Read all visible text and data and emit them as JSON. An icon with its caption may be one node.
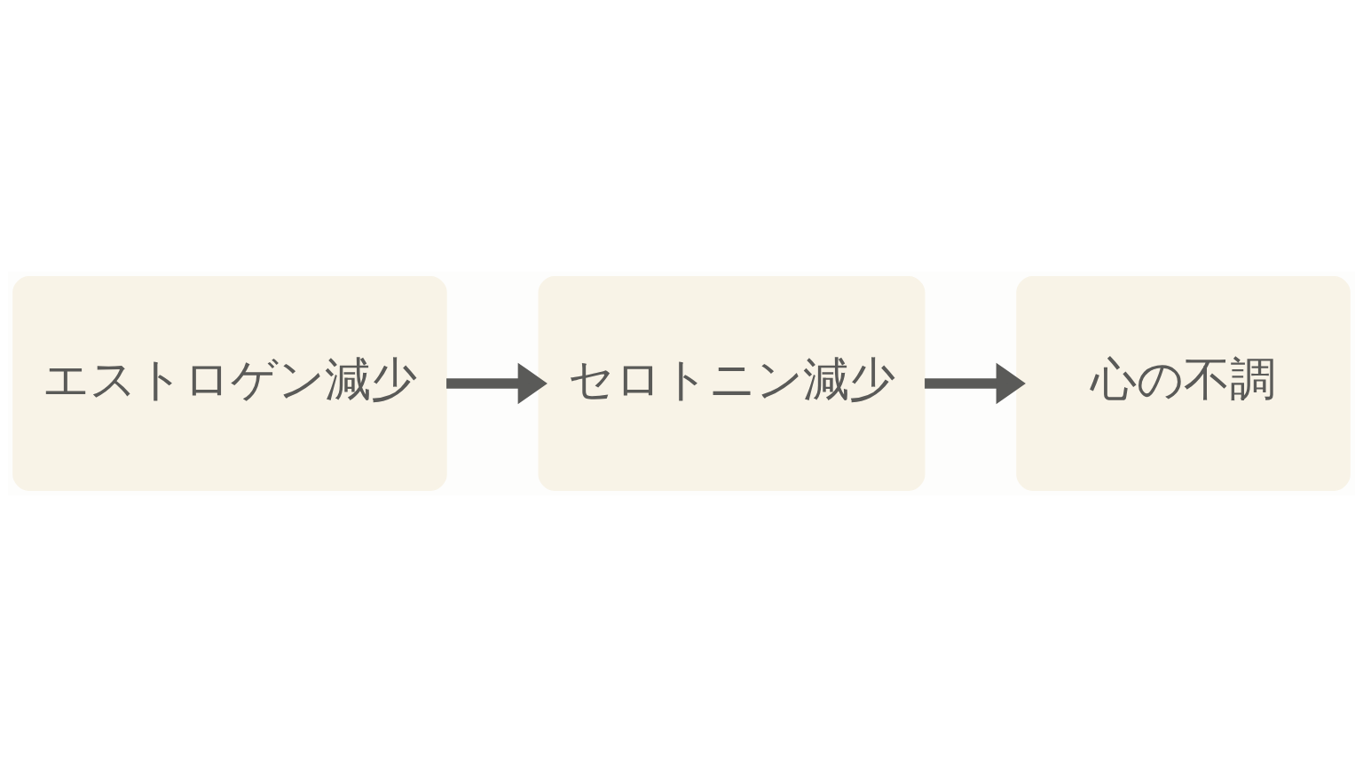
{
  "diagram": {
    "nodes": [
      {
        "text": [
          "エストロゲン減少"
        ]
      },
      {
        "text": [
          "セロトニン減少"
        ]
      },
      {
        "text": [
          "心の不調"
        ]
      }
    ],
    "edges": [
      {
        "from": 0,
        "to": 1,
        "arrow": "to"
      },
      {
        "from": 1,
        "to": 2,
        "arrow": "to"
      }
    ]
  }
}
